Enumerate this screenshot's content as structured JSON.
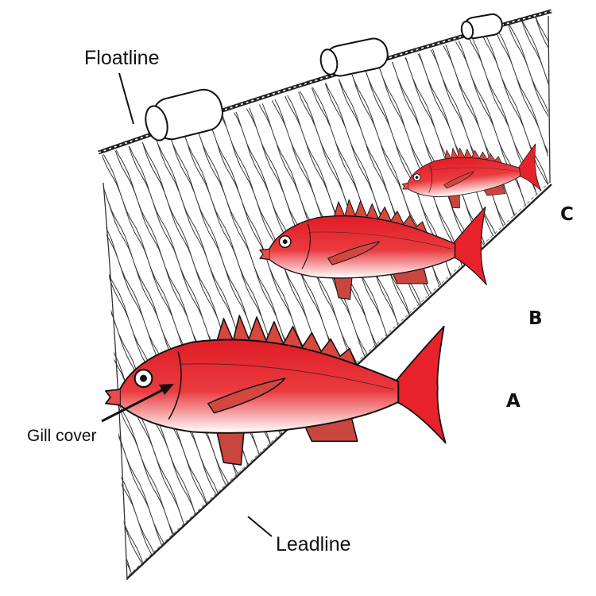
{
  "labels": {
    "floatline": "Floatline",
    "leadline": "Leadline",
    "gill_cover": "Gill cover",
    "fish_a": "A",
    "fish_b": "B",
    "fish_c": "C"
  },
  "colors": {
    "fish_red": "#e8222b",
    "fish_fin": "#c9463e",
    "net_line": "#333333",
    "float_fill": "#ffffff",
    "outline": "#111111"
  },
  "icons": [
    "gillnet-illustration",
    "fish-illustration",
    "net-float-icon"
  ]
}
